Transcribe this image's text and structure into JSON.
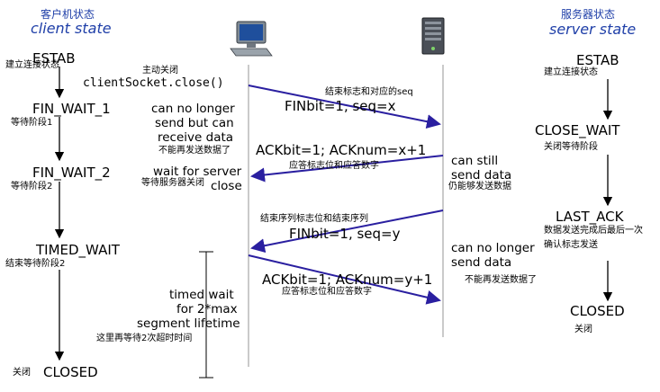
{
  "header": {
    "client_zh": "客户机状态",
    "client_en": "client state",
    "server_zh": "服务器状态",
    "server_en": "server state"
  },
  "client_states": {
    "estab": "ESTAB",
    "estab_zh": "建立连接状态",
    "fin_wait_1": "FIN_WAIT_1",
    "fin_wait_1_zh": "等待阶段1",
    "fin_wait_2": "FIN_WAIT_2",
    "fin_wait_2_zh": "等待阶段2",
    "timed_wait": "TIMED_WAIT",
    "timed_wait_zh": "结束等待阶段2",
    "closed": "CLOSED",
    "closed_zh": "关闭"
  },
  "server_states": {
    "estab": "ESTAB",
    "estab_zh": "建立连接状态",
    "close_wait": "CLOSE_WAIT",
    "close_wait_zh": "关闭等待阶段",
    "last_ack": "LAST_ACK",
    "last_ack_zh_1": "数据发送完成后最后一次",
    "last_ack_zh_2": "确认标志发送",
    "closed": "CLOSED",
    "closed_zh": "关闭"
  },
  "client_notes": {
    "active_close_zh": "主动关闭",
    "close_call": "clientSocket.close()",
    "no_longer_send_1": "can no longer",
    "no_longer_send_2": "send but can",
    "no_longer_send_3": "receive data",
    "no_longer_send_zh": "不能再发送数据了",
    "wait_server_1": "wait for server",
    "wait_server_zh": "等待服务器关闭",
    "wait_server_2": "close",
    "timed_wait_1": "timed wait",
    "timed_wait_2": "for 2*max",
    "timed_wait_3": "segment lifetime",
    "timed_wait_zh": "这里再等待2次超时时间"
  },
  "server_notes": {
    "still_send_1": "can still",
    "still_send_2": "send data",
    "still_send_zh": "仍能够发送数据",
    "no_longer_1": "can no longer",
    "no_longer_2": "send data",
    "no_longer_zh": "不能再发送数据了"
  },
  "messages": {
    "fin1_zh": "结束标志和对应的seq",
    "fin1": "FINbit=1, seq=x",
    "ack1": "ACKbit=1; ACKnum=x+1",
    "ack1_zh": "应答标志位和应答数字",
    "fin2_zh": "结束序列标志位和结束序列",
    "fin2": "FINbit=1, seq=y",
    "ack2": "ACKbit=1; ACKnum=y+1",
    "ack2_zh": "应答标志位和应答数字"
  },
  "colors": {
    "heading": "#1f3fa8",
    "arrow": "#2a1fa0",
    "timeline": "#b8b8b8"
  },
  "icons": {
    "client": "computer-icon",
    "server": "server-tower-icon"
  }
}
